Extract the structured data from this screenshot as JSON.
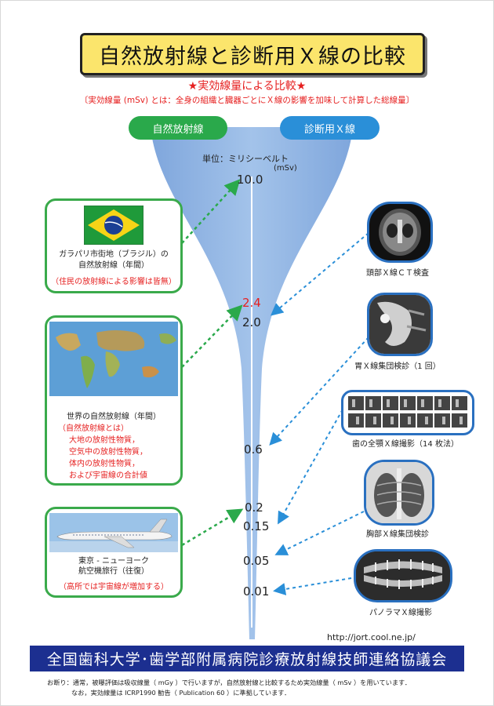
{
  "title": "自然放射線と診断用Ｘ線の比較",
  "subtitle": "★実効線量による比較★",
  "definition": "〔実効線量 (mSv) とは：全身の組織と臓器ごとにＸ線の影響を加味して計算した総線量〕",
  "header_left": "自然放射線",
  "header_right": "診断用Ｘ線",
  "unit_label": "単位：ミリシーベルト",
  "unit_abbr": "(mSv)",
  "scale_values": [
    {
      "label": "10.0",
      "color": "#222222"
    },
    {
      "label": "2.4",
      "color": "#e62020"
    },
    {
      "label": "2.0",
      "color": "#222222"
    },
    {
      "label": "0.6",
      "color": "#222222"
    },
    {
      "label": "0.2",
      "color": "#222222"
    },
    {
      "label": "0.15",
      "color": "#222222"
    },
    {
      "label": "0.05",
      "color": "#222222"
    },
    {
      "label": "0.01",
      "color": "#222222"
    }
  ],
  "natural": [
    {
      "caption_lines": [
        "ガラパリ市街地（ブラジル）の",
        "自然放射線（年間）"
      ],
      "note_lines": [
        "（住民の放射線による影響は皆無）"
      ],
      "value": "10.0"
    },
    {
      "caption_lines": [
        "世界の自然放射線（年間）"
      ],
      "note_lines": [
        "（自然放射線とは）",
        "大地の放射性物質，",
        "空気中の放射性物質，",
        "体内の放射性物質，",
        "および宇宙線の合計値"
      ],
      "value": "2.4"
    },
    {
      "caption_lines": [
        "東京 - ニューヨーク",
        "航空機旅行（往復）"
      ],
      "note_lines": [
        "（高所では宇宙線が増加する）"
      ],
      "value": "0.2"
    }
  ],
  "diagnostic": [
    {
      "caption": "頭部Ｘ線ＣＴ検査",
      "value": "2.0",
      "icon": "head-ct-image-icon"
    },
    {
      "caption": "胃Ｘ線集団検診（1 回）",
      "value": "0.6",
      "icon": "stomach-xray-image-icon"
    },
    {
      "caption": "歯の全顎Ｘ線撮影（14 枚法）",
      "value": "0.15",
      "icon": "dental-xray-image-icon"
    },
    {
      "caption": "胸部Ｘ線集団検診",
      "value": "0.05",
      "icon": "chest-xray-image-icon"
    },
    {
      "caption": "パノラマＸ線撮影",
      "value": "0.01",
      "icon": "panoramic-xray-image-icon"
    }
  ],
  "url": "http://jort.cool.ne.jp/",
  "footer": "全国歯科大学･歯学部附属病院診療放射線技師連絡協議会",
  "footnote_lines": [
    "お断り：通常，被曝評価は吸収線量（ mGy ）で行いますが，自然放射線と比較するため実効線量（ mSv ）を用いています．",
    "なお，実効線量は ICRP1990 勧告（ Publication 60 ）に準拠しています．"
  ],
  "colors": {
    "title_bg": "#fbe56c",
    "green": "#2aa94b",
    "blue": "#2a8fd8",
    "funnel": "#90b4e2",
    "red": "#e62020",
    "footer_bg": "#1c2f90"
  }
}
